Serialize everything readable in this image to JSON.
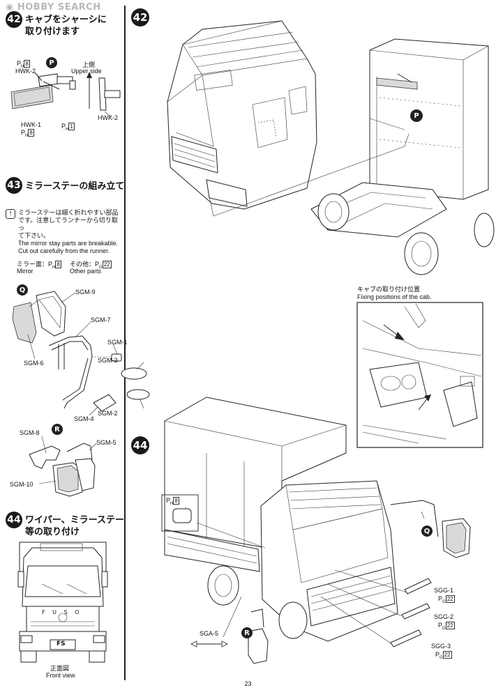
{
  "watermark": "HOBBY SEARCH",
  "page_number": "23",
  "left_column": {
    "step42": {
      "number": "42",
      "title_line1": "キャブをシャーシに",
      "title_line2": "取り付けます",
      "part_ph8": "P",
      "part_ph8_sub": "H",
      "part_ph8_num": "8",
      "label_hwk2": "HWK-2",
      "letter_p": "P",
      "upper_side_ja": "上側",
      "upper_side_en": "Upper side",
      "label_hwk1": "HWK-1",
      "label_hwk2_side": "HWK-2",
      "part_ph1_num": "1"
    },
    "step43": {
      "number": "43",
      "title": "ミラーステーの組み立て",
      "note_ja_1": "ミラーステーは細く折れやすい部品",
      "note_ja_2": "です。注意してランナーから切り取っ",
      "note_ja_3": "て下さい。",
      "note_en_1": "The mirror stay parts are breakable.",
      "note_en_2": "Cut out carefully from the runner.",
      "mirror_ja": "ミラー面：",
      "mirror_en": "Mirror",
      "mirror_part_num": "8",
      "other_ja": "その他：",
      "other_en": "Other parts",
      "other_part_num": "22",
      "letter_q": "Q",
      "letter_r": "R",
      "parts": [
        "SGM-9",
        "SGM-7",
        "SGM-6",
        "SGM-1",
        "SGM-3",
        "SGM-4",
        "SGM-2",
        "SGM-8",
        "SGM-5",
        "SGM-10"
      ]
    },
    "step44": {
      "number": "44",
      "title_line1": "ワイパー、ミラーステー",
      "title_line2": "等の取り付け",
      "front_ja": "正面図",
      "front_en": "Front view",
      "grille_text": "F U S O",
      "plate_text": "FS"
    }
  },
  "right_column": {
    "step42": {
      "number": "42",
      "letter_p": "P"
    },
    "inset": {
      "title_ja": "キャブの取り付け位置",
      "title_en": "Fixing positions of the cab."
    },
    "step44": {
      "number": "44",
      "part_num": "8",
      "letter_q": "Q",
      "letter_r": "R",
      "sga5": "SGA-5",
      "sgg1": "SGG-1",
      "sgg2": "SGG-2",
      "sgg3": "SGG-3",
      "pc22": "22"
    }
  }
}
